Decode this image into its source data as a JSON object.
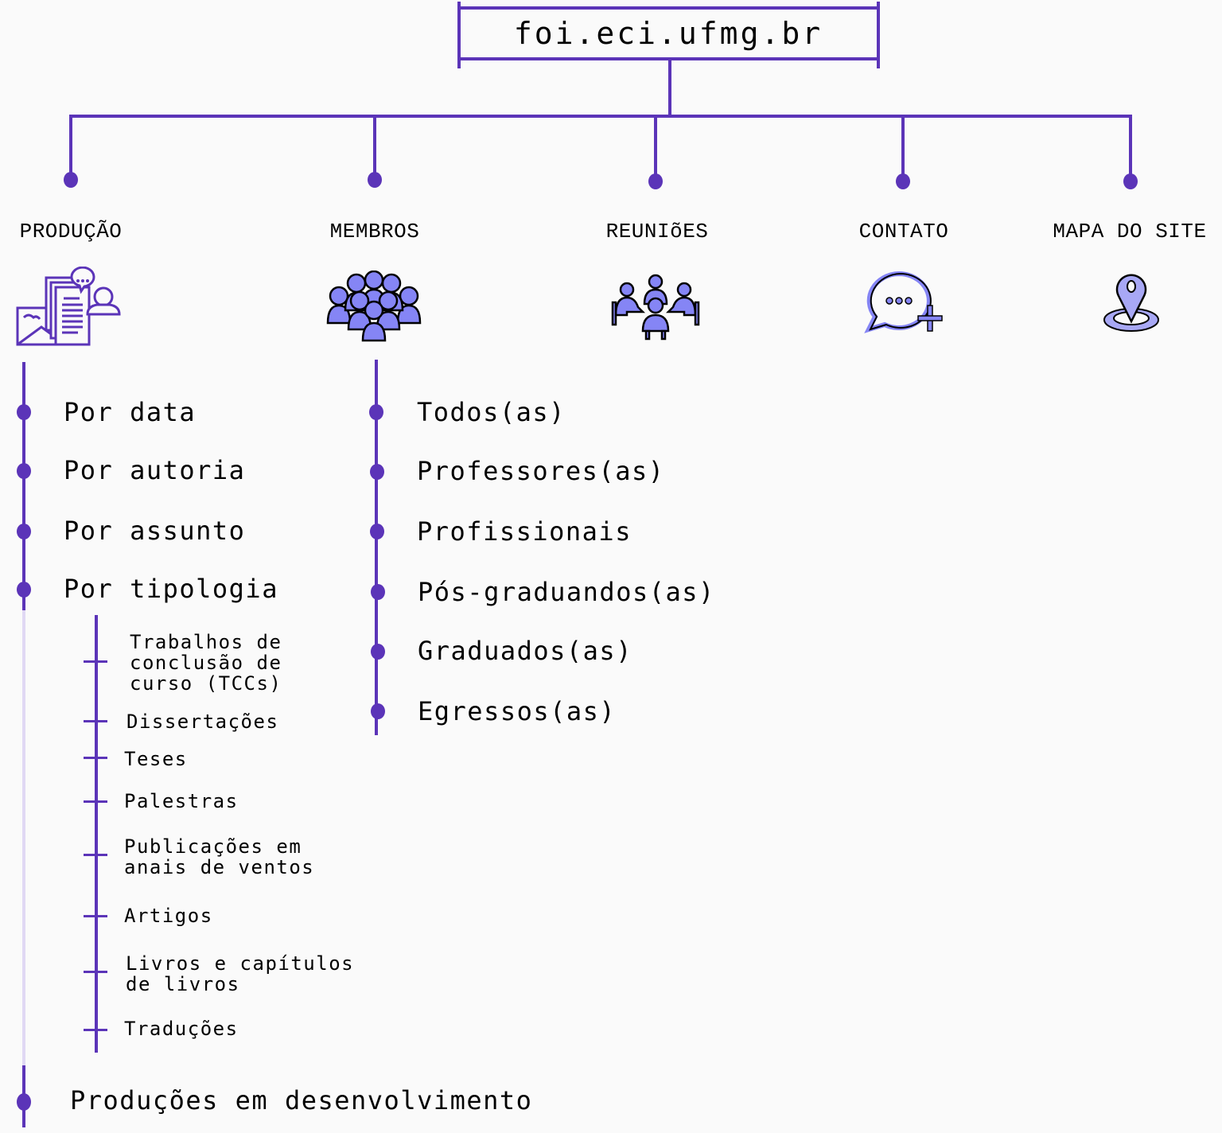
{
  "root": {
    "title": "foi.eci.ufmg.br"
  },
  "colors": {
    "accent": "#5b34b8",
    "icon_fill": "#8585f5",
    "faint_line": "#e0d8f4"
  },
  "categories": [
    {
      "label": "PRODUÇÃO",
      "icon": "documents-presentation-icon"
    },
    {
      "label": "MEMBROS",
      "icon": "group-people-icon"
    },
    {
      "label": "REUNIõES",
      "icon": "meeting-table-icon"
    },
    {
      "label": "CONTATO",
      "icon": "chat-bubble-add-icon"
    },
    {
      "label": "MAPA DO SITE",
      "icon": "map-pin-icon"
    }
  ],
  "producao": {
    "items": [
      "Por data",
      "Por autoria",
      "Por assunto",
      "Por tipologia"
    ],
    "tipologia": [
      "Trabalhos de\nconclusão de\ncurso (TCCs)",
      "Dissertações",
      "Teses",
      "Palestras",
      "Publicações em\nanais de ventos",
      "Artigos",
      "Livros e capítulos\nde livros",
      "Traduções"
    ],
    "extra": "Produções em desenvolvimento"
  },
  "membros": {
    "items": [
      "Todos(as)",
      "Professores(as)",
      "Profissionais",
      "Pós-graduandos(as)",
      "Graduados(as)",
      "Egressos(as)"
    ]
  }
}
